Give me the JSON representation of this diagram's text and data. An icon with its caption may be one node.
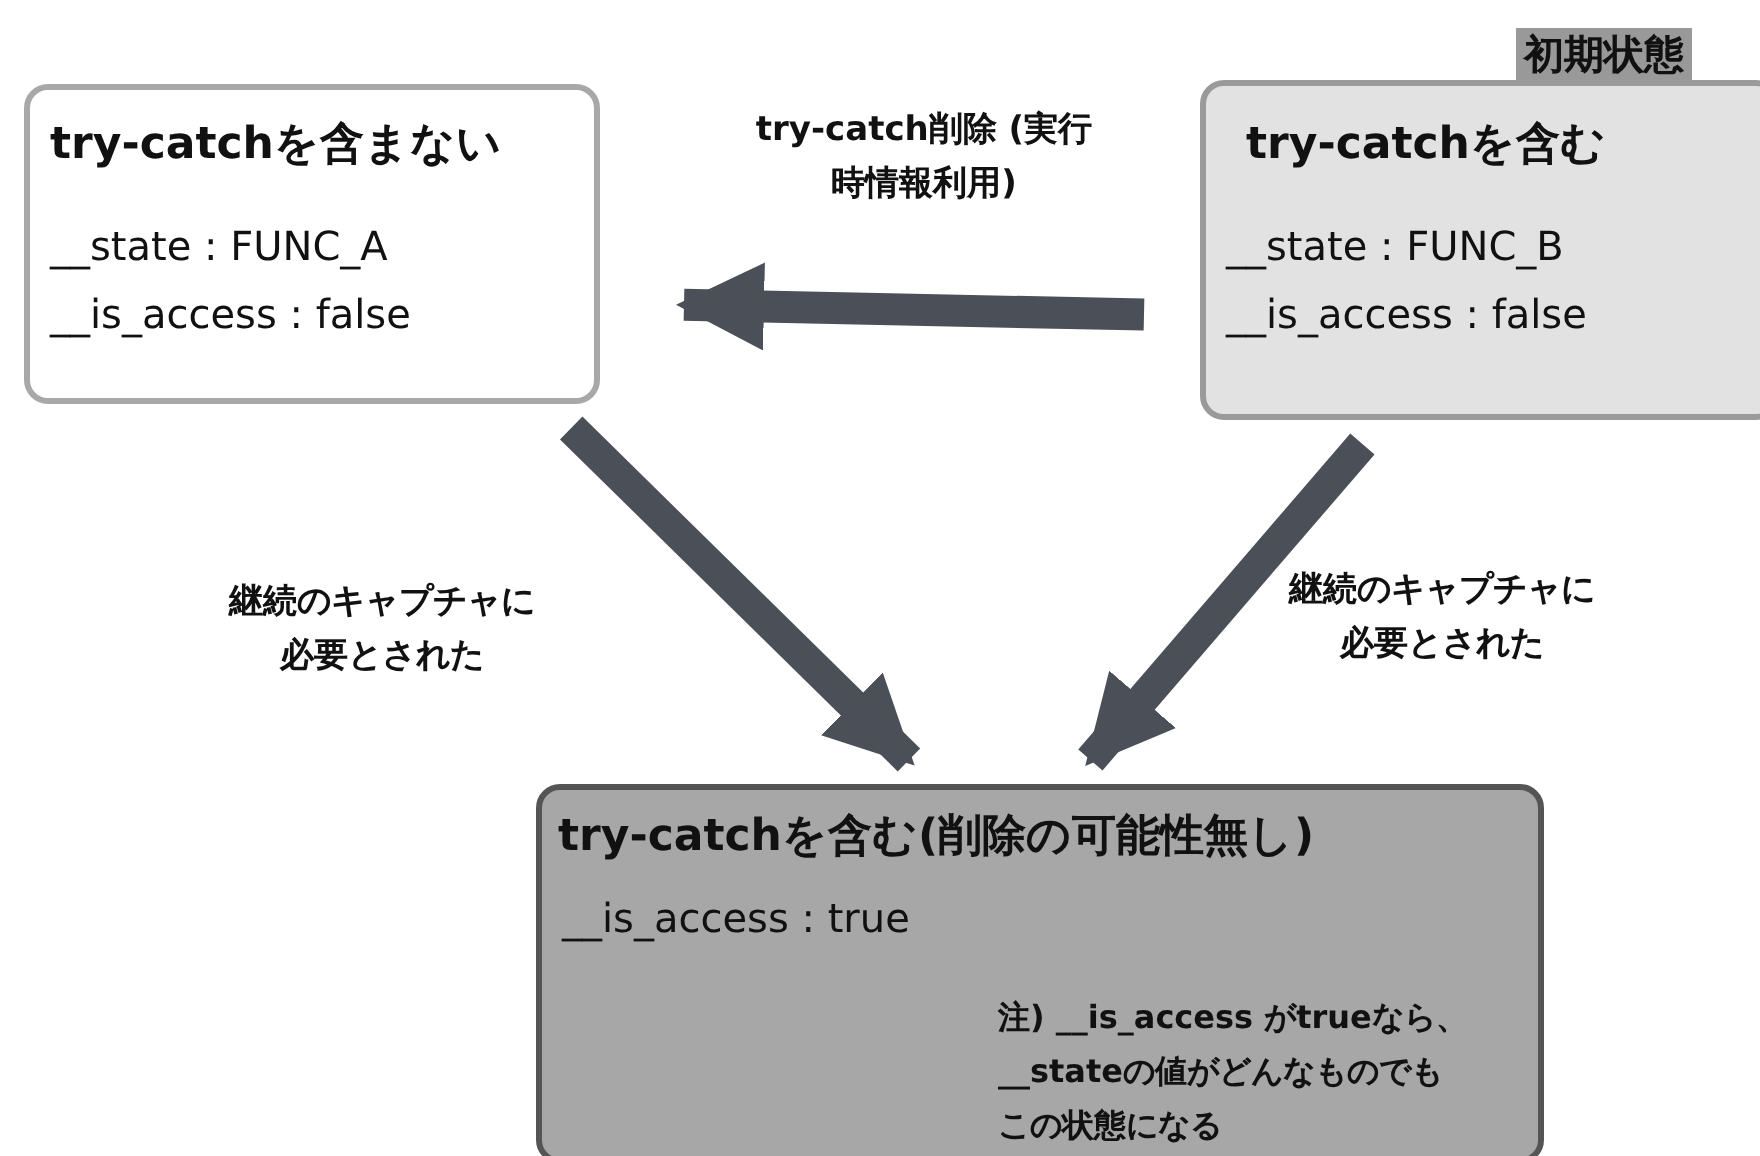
{
  "diagram": {
    "nodes": [
      {
        "text": [
          "try-catchを含まない",
          "__state :  FUNC_A",
          "__is_access : false"
        ]
      },
      {
        "text": [
          "try-catchを含む",
          "__state :  FUNC_B",
          "__is_access : false"
        ],
        "beside": [
          "初期状態"
        ]
      },
      {
        "text": [
          "try-catchを含む(削除の可能性無し)",
          "__is_access : true",
          "注) __is_access がtrueなら、__stateの値がどんなものでもこの状態になる"
        ]
      }
    ],
    "edges": [
      {
        "from": 1,
        "to": 0,
        "arrow": "to",
        "label": "try-catch削除 (実行時情報利用)"
      },
      {
        "from": 0,
        "to": 2,
        "arrow": "to",
        "label": "継続のキャプチャに必要とされた"
      },
      {
        "from": 1,
        "to": 2,
        "arrow": "to",
        "label": "継続のキャプチャに必要とされた"
      }
    ]
  }
}
